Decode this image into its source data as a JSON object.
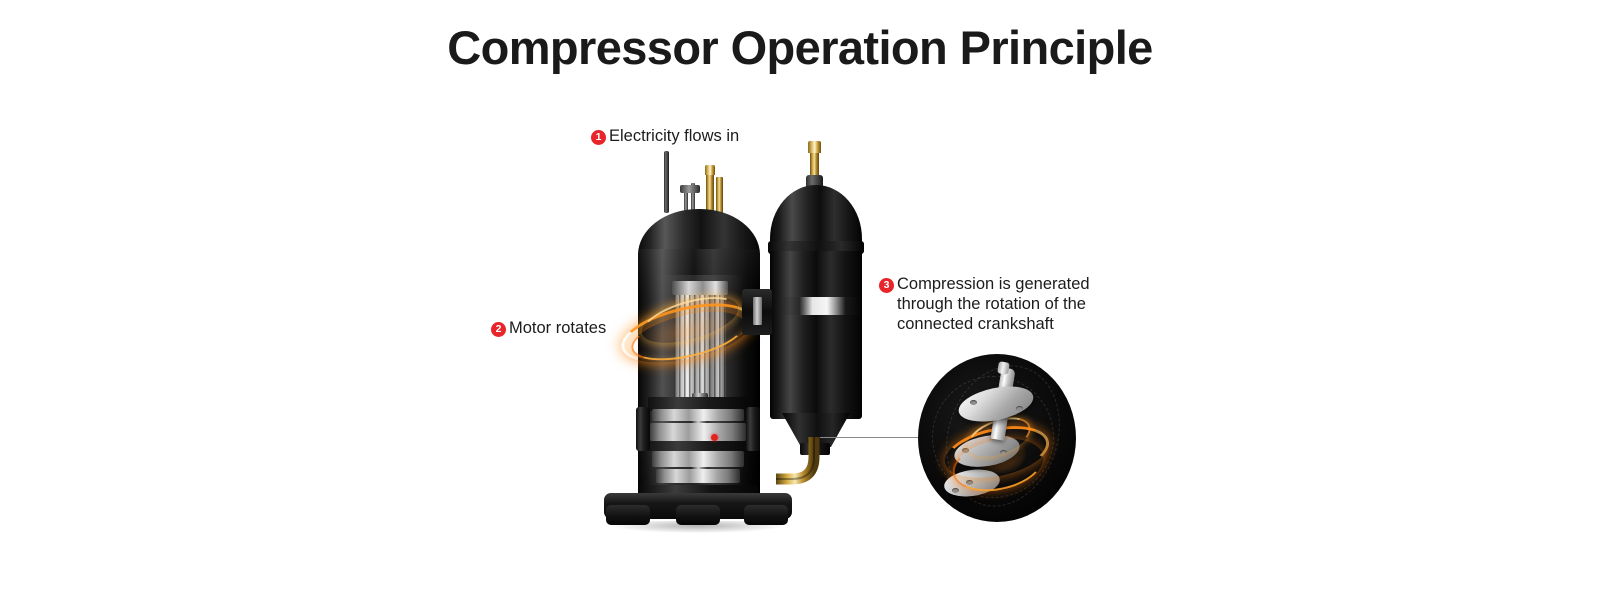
{
  "page": {
    "title": "Compressor Operation Principle",
    "background_color": "#ffffff",
    "accent_color": "#e8252b",
    "text_color": "#1c1c1c"
  },
  "callouts": [
    {
      "number": "1",
      "text": "Electricity flows in",
      "lines": [
        "Electricity flows in"
      ],
      "position": "above-compressor-top"
    },
    {
      "number": "2",
      "text": "Motor rotates",
      "lines": [
        "Motor rotates"
      ],
      "position": "left-of-motor"
    },
    {
      "number": "3",
      "text": "Compression is generated through the rotation of the connected crankshaft",
      "lines": [
        "Compression is generated",
        "through the rotation of the",
        "connected crankshaft"
      ],
      "position": "right-of-accumulator"
    }
  ],
  "diagram": {
    "subject": "rotary-compressor-cutaway",
    "parts": [
      "discharge-pipe",
      "terminal-pins",
      "brass-suction-tubes",
      "motor-stator",
      "rotor-shaft",
      "crankshaft-pump-assembly",
      "accumulator-tank",
      "brass-elbow-pipe",
      "mounting-base"
    ],
    "magnifier": {
      "label": "crankshaft-exploded-view",
      "contents": [
        "upper-disc",
        "crank-shaft",
        "eccentric-rotor",
        "lower-disc",
        "energy-swirl"
      ]
    },
    "leader_line": {
      "from": "compressor-crankshaft-area",
      "to": "magnifier-circle"
    }
  }
}
